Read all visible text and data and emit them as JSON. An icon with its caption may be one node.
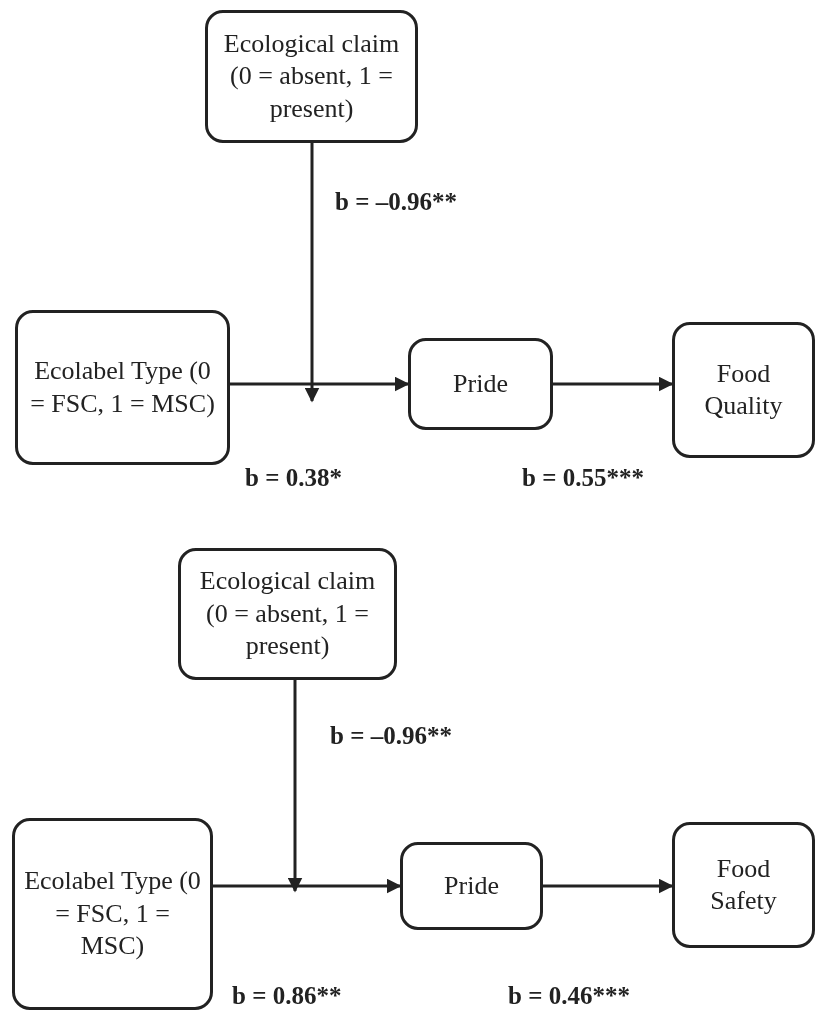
{
  "diagram": {
    "nodes": [
      {
        "text": [
          "Ecological claim (0 = absent, 1 = present)"
        ]
      },
      {
        "text": [
          "Ecolabel Type (0 = FSC, 1 = MSC)"
        ]
      },
      {
        "text": [
          "Pride"
        ]
      },
      {
        "text": [
          "Food Quality"
        ]
      },
      {
        "text": [
          "Ecological claim (0 = absent, 1 = present)"
        ]
      },
      {
        "text": [
          "Ecolabel Type (0 = FSC, 1 = MSC)"
        ]
      },
      {
        "text": [
          "Pride"
        ]
      },
      {
        "text": [
          "Food Safety"
        ]
      }
    ],
    "edges": [
      {
        "from": 0,
        "to": null,
        "arrow": "to",
        "label": "b = –0.96**"
      },
      {
        "from": 1,
        "to": 2,
        "arrow": "to",
        "label": "b = 0.38*"
      },
      {
        "from": 2,
        "to": 3,
        "arrow": "to",
        "label": "b = 0.55***"
      },
      {
        "from": 4,
        "to": null,
        "arrow": "to",
        "label": "b = –0.96**"
      },
      {
        "from": 5,
        "to": 6,
        "arrow": "to",
        "label": "b = 0.86**"
      },
      {
        "from": 6,
        "to": 7,
        "arrow": "to",
        "label": "b = 0.46***"
      }
    ]
  }
}
